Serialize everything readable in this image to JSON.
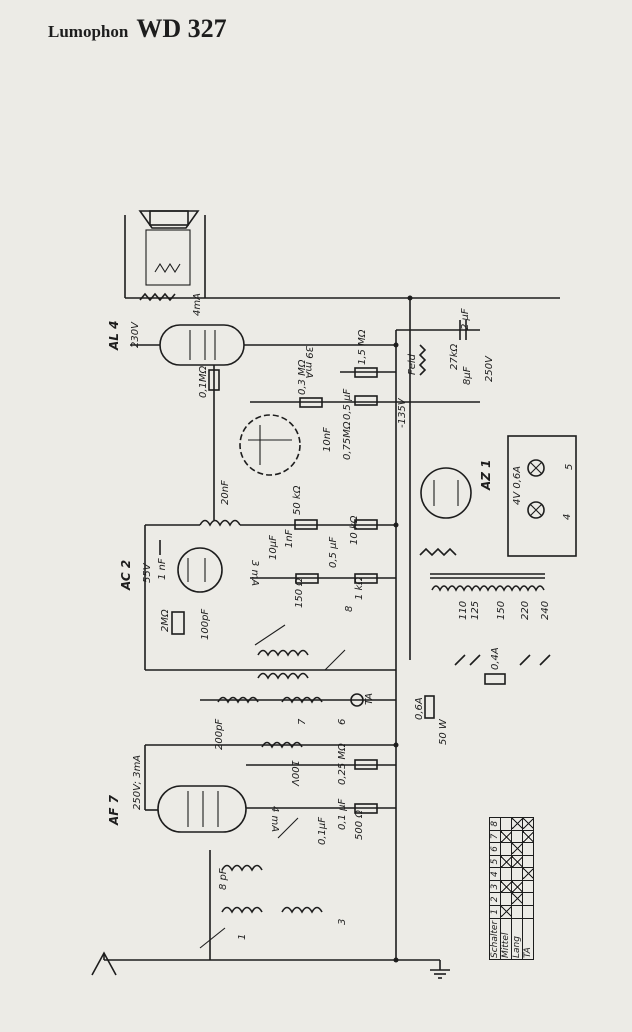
{
  "header": {
    "brand": "Lumophon",
    "model": "WD 327"
  },
  "tubes": {
    "al4": {
      "name": "AL 4",
      "voltage": "230V",
      "current": "39 mA",
      "cathode_current": "4mA"
    },
    "ac2": {
      "name": "AC 2",
      "voltage": "55V",
      "current": "3 mA"
    },
    "af7": {
      "name": "AF 7",
      "voltage": "250V; 3mA",
      "screen": "100V",
      "current": "4 mA"
    },
    "az1": {
      "name": "AZ 1"
    }
  },
  "components": {
    "r_01": "0,1MΩ",
    "r_03": "0,3 MΩ",
    "r_15": "1,5 MΩ",
    "c_05": "0,5 μF",
    "r_075": "0,75MΩ",
    "c_10nf": "10nF",
    "c_20nf": "20nF",
    "feld": "Feld",
    "r_27k": "27kΩ",
    "c_2uf": "2 μF",
    "c_8uf": "8μF",
    "v_250": "250V",
    "v_135": "-135V",
    "r_50k": "50 kΩ",
    "r_10k": "10 kΩ",
    "c_1nf_a": "1nF",
    "c_10uf": "10μF",
    "c_05b": "0,5 μF",
    "c_1nf_b": "1 nF",
    "r_150": "150 Ω",
    "r_1k": "1 kΩ",
    "r_2m": "2MΩ",
    "c_100pf": "100pF",
    "c_200pf": "200pF",
    "r_025": "0,25 MΩ",
    "c_01": "0,1 μF",
    "c_01b": "0,1μF",
    "r_500": "500 Ω",
    "c_8pf": "8 pF",
    "fuse_06": "0,6A",
    "fuse_04": "0,4A",
    "lamp": "4V 0,6A",
    "power": "50 W",
    "taps": [
      "110",
      "125",
      "150",
      "220",
      "240"
    ],
    "ta": "TA",
    "sw": [
      "1",
      "3",
      "4",
      "5",
      "6",
      "7",
      "8"
    ]
  },
  "switch_table": {
    "header": [
      "Schalter",
      "1",
      "2",
      "3",
      "4",
      "5",
      "6",
      "7",
      "8"
    ],
    "rows": [
      {
        "label": "Mittel",
        "marks": [
          true,
          false,
          true,
          false,
          true,
          false,
          true,
          false
        ]
      },
      {
        "label": "Lang",
        "marks": [
          false,
          true,
          true,
          false,
          true,
          true,
          false,
          true
        ]
      },
      {
        "label": "TA",
        "marks": [
          false,
          false,
          false,
          true,
          false,
          false,
          true,
          true
        ]
      }
    ]
  }
}
